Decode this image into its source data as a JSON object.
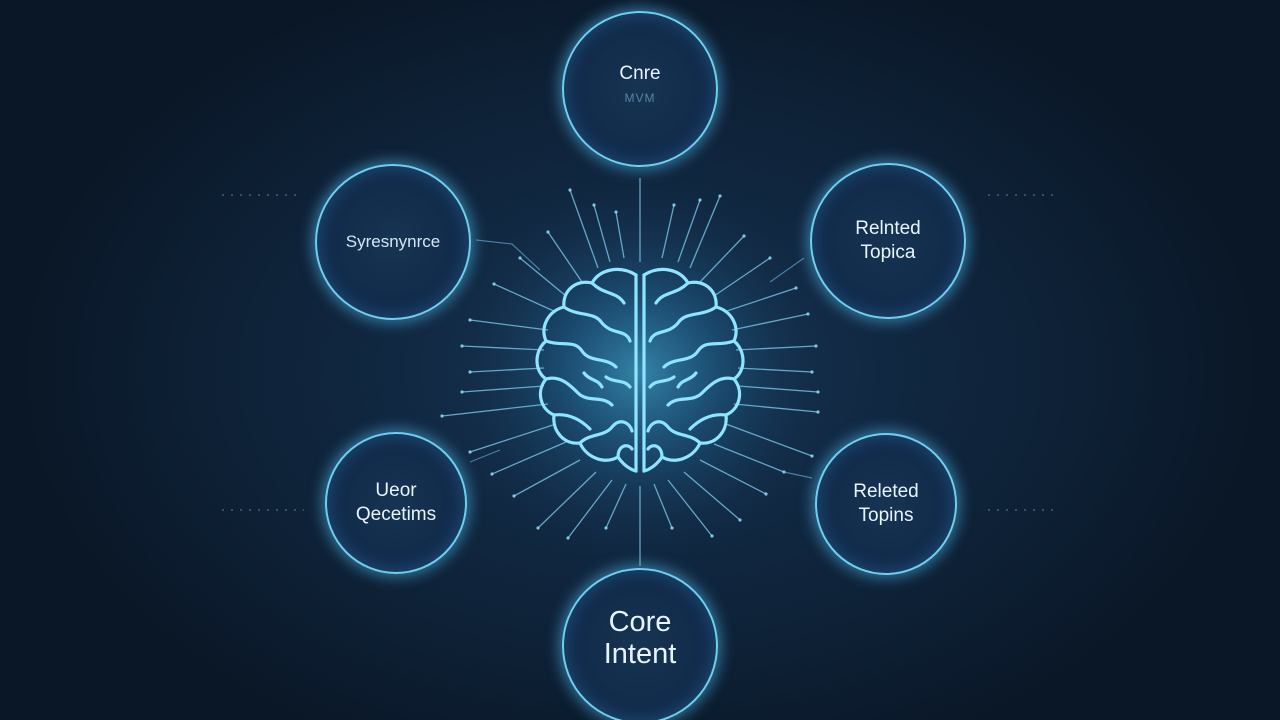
{
  "nodes": {
    "top": {
      "line1": "Cnre",
      "line2": "MVM"
    },
    "left_upper": {
      "line1": "Syresnynrce"
    },
    "right_upper": {
      "line1": "Relnted",
      "line2": "Topica"
    },
    "left_lower": {
      "line1": "Ueor",
      "line2": "Qecetims"
    },
    "right_lower": {
      "line1": "Releted",
      "line2": "Topins"
    },
    "bottom": {
      "line1": "Core",
      "line2": "Intent"
    }
  },
  "center_icon": "brain-icon",
  "colors": {
    "background": "#0d1f33",
    "accent_glow": "#6fcff0",
    "text": "#e8f4ff"
  }
}
